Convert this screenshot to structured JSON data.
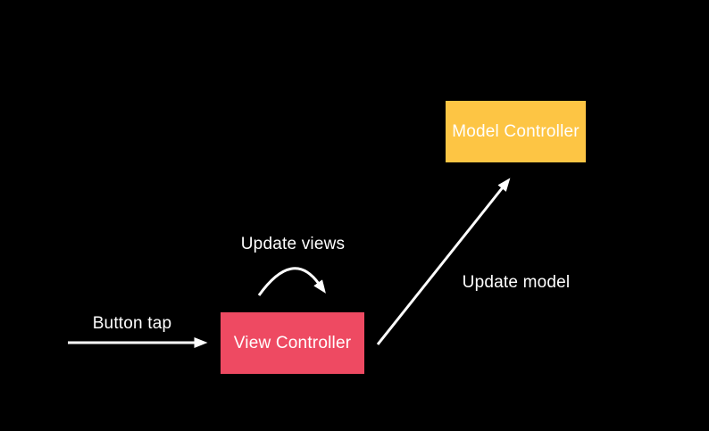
{
  "diagram": {
    "background_color": "#000000",
    "text_color": "#FFFFFF",
    "arrow_color": "#FFFFFF",
    "nodes": [
      {
        "id": "model-controller",
        "label": "Model Controller",
        "fill_color": "#FDC544"
      },
      {
        "id": "view-controller",
        "label": "View Controller",
        "fill_color": "#EE4A62"
      }
    ],
    "edges": [
      {
        "id": "button-tap",
        "label": "Button tap",
        "type": "straight-arrow",
        "from": null,
        "to": "view-controller"
      },
      {
        "id": "update-views",
        "label": "Update views",
        "type": "curved-arrow",
        "from": "view-controller",
        "to": "view-controller"
      },
      {
        "id": "update-model",
        "label": "Update model",
        "type": "straight-arrow",
        "from": "view-controller",
        "to": "model-controller"
      }
    ]
  }
}
